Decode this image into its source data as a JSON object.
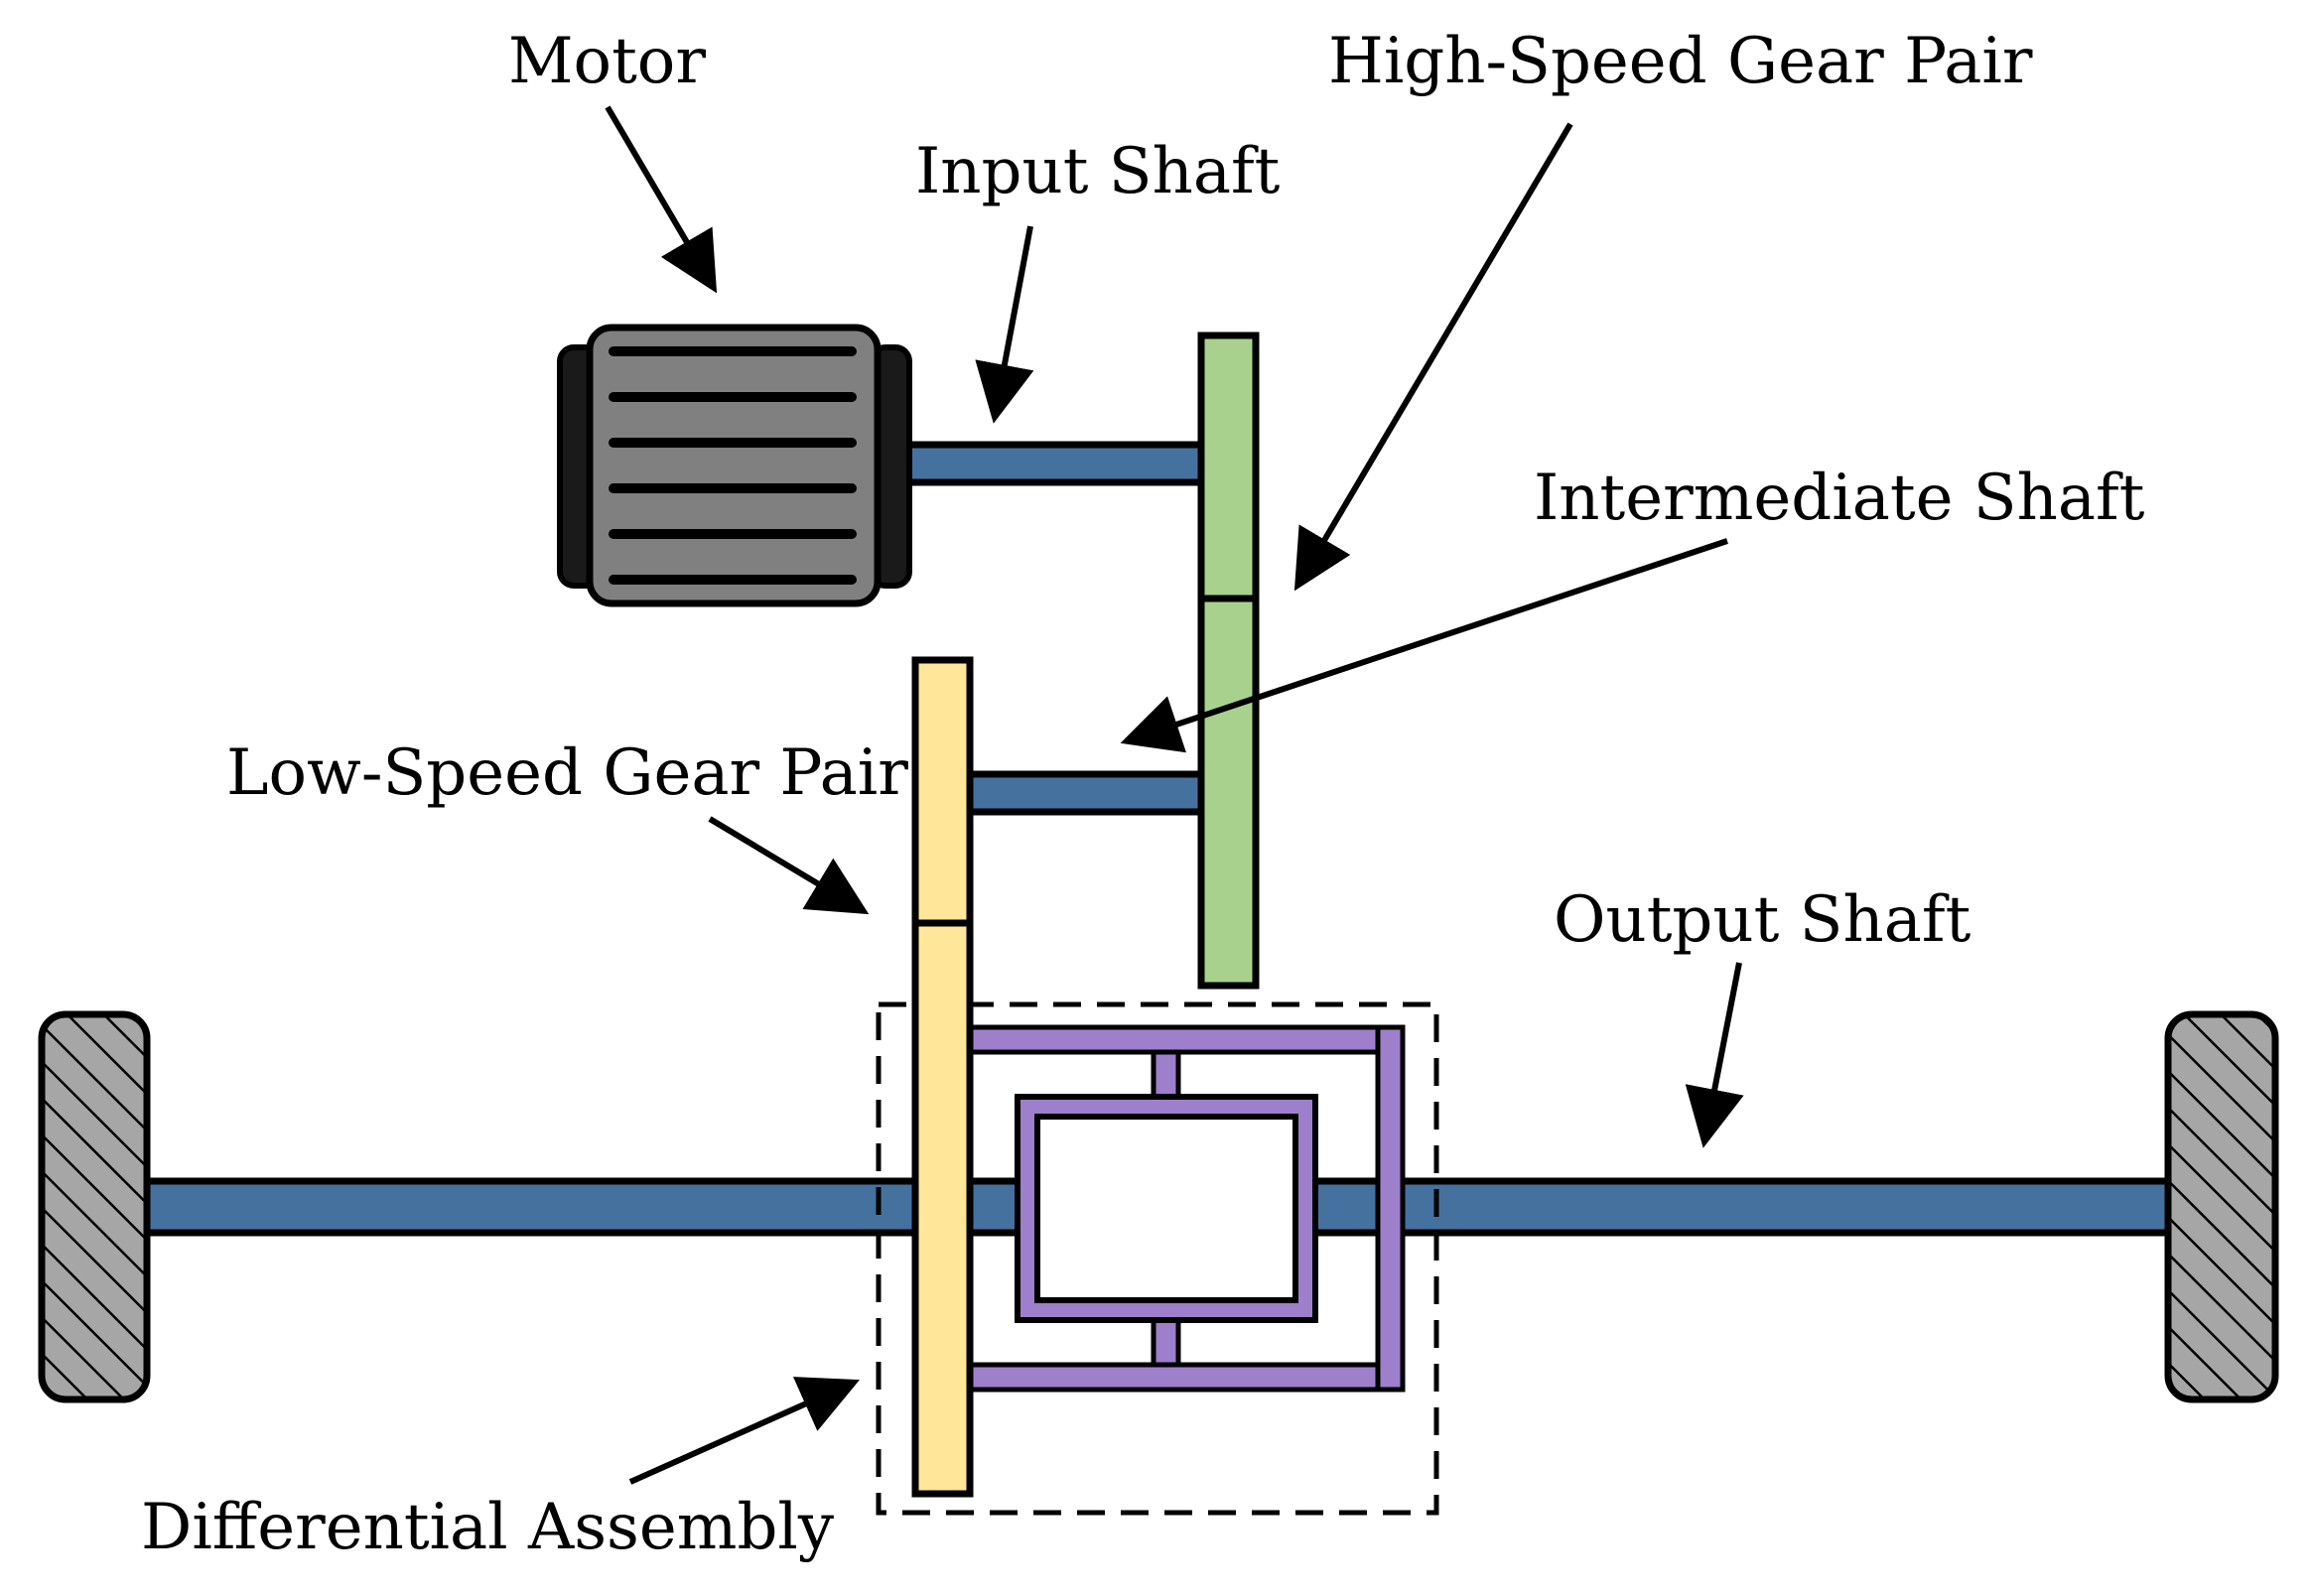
{
  "labels": {
    "motor": "Motor",
    "input_shaft": "Input Shaft",
    "high_speed_gear_pair": "High-Speed Gear Pair",
    "intermediate_shaft": "Intermediate Shaft",
    "low_speed_gear_pair": "Low-Speed Gear Pair",
    "output_shaft": "Output Shaft",
    "differential_assembly": "Differential Assembly"
  },
  "colors": {
    "shaft": "#45719F",
    "high_speed_gear": "#A9D18E",
    "low_speed_gear": "#FFE699",
    "differential": "#9E7FCB",
    "motor_body": "#808080",
    "motor_caps": "#1a1a1a",
    "wheel": "#A6A6A6",
    "outline": "#000000"
  }
}
